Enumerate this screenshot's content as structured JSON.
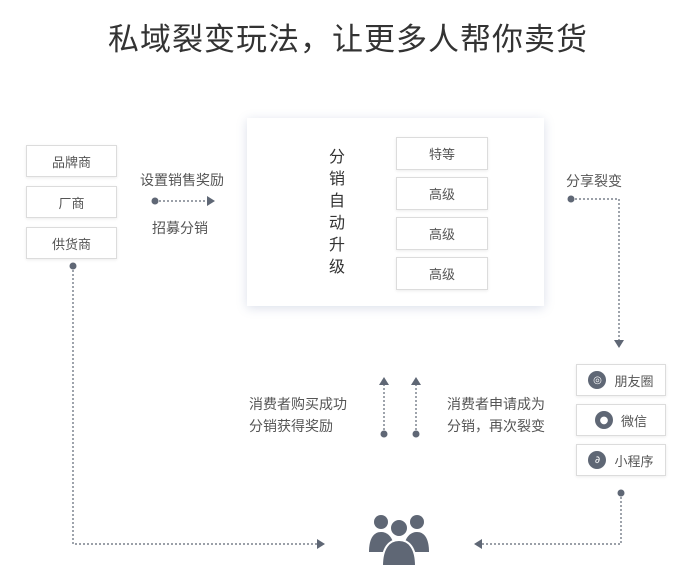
{
  "title": "私域裂变玩法，让更多人帮你卖货",
  "sources": [
    "品牌商",
    "厂商",
    "供货商"
  ],
  "incentive": {
    "top": "设置销售奖励",
    "bottom": "招募分销"
  },
  "panel": {
    "vertical_label": [
      "分",
      "销",
      "自",
      "动",
      "升",
      "级"
    ],
    "levels": [
      "特等",
      "高级",
      "高级",
      "高级"
    ]
  },
  "share_label": "分享裂变",
  "channels": [
    {
      "icon": "aperture-icon",
      "label": "朋友圈"
    },
    {
      "icon": "wechat-icon",
      "label": "微信"
    },
    {
      "icon": "mini-program-icon",
      "label": "小程序"
    }
  ],
  "left_reward": {
    "line1": "消费者购买成功",
    "line2": "分销获得奖励"
  },
  "right_reward": {
    "line1": "消费者申请成为",
    "line2": "分销，再次裂变"
  },
  "colors": {
    "line": "#5f6775",
    "box_border": "#dcdcdc",
    "icon": "#5f6775",
    "text": "#555555"
  }
}
